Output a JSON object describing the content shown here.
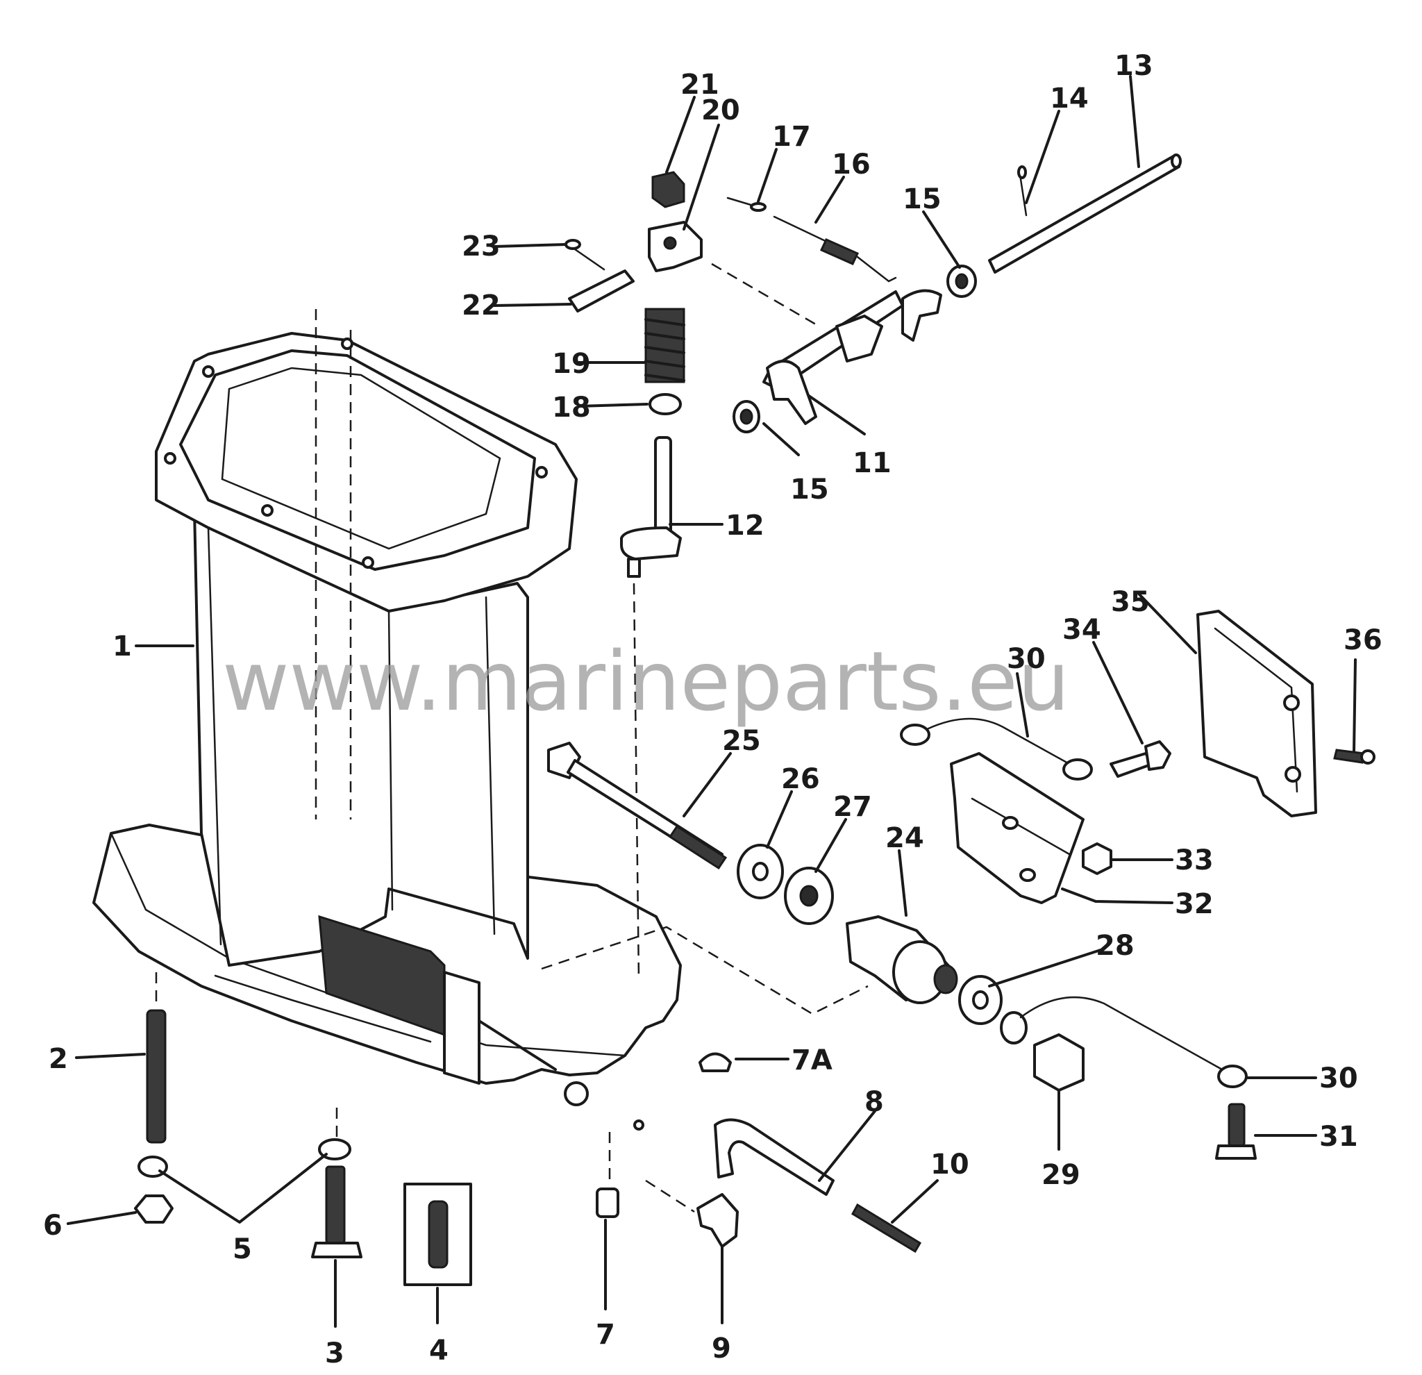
{
  "watermark": "www.marineparts.eu",
  "callouts": [
    {
      "id": "c1",
      "label": "1"
    },
    {
      "id": "c2",
      "label": "2"
    },
    {
      "id": "c3",
      "label": "3"
    },
    {
      "id": "c4",
      "label": "4"
    },
    {
      "id": "c5",
      "label": "5"
    },
    {
      "id": "c6",
      "label": "6"
    },
    {
      "id": "c7",
      "label": "7"
    },
    {
      "id": "c7a",
      "label": "7A"
    },
    {
      "id": "c8",
      "label": "8"
    },
    {
      "id": "c9",
      "label": "9"
    },
    {
      "id": "c10",
      "label": "10"
    },
    {
      "id": "c11",
      "label": "11"
    },
    {
      "id": "c12",
      "label": "12"
    },
    {
      "id": "c13",
      "label": "13"
    },
    {
      "id": "c14",
      "label": "14"
    },
    {
      "id": "c15a",
      "label": "15"
    },
    {
      "id": "c15b",
      "label": "15"
    },
    {
      "id": "c16",
      "label": "16"
    },
    {
      "id": "c17",
      "label": "17"
    },
    {
      "id": "c18",
      "label": "18"
    },
    {
      "id": "c19",
      "label": "19"
    },
    {
      "id": "c20",
      "label": "20"
    },
    {
      "id": "c21",
      "label": "21"
    },
    {
      "id": "c22",
      "label": "22"
    },
    {
      "id": "c23",
      "label": "23"
    },
    {
      "id": "c24",
      "label": "24"
    },
    {
      "id": "c25",
      "label": "25"
    },
    {
      "id": "c26",
      "label": "26"
    },
    {
      "id": "c27",
      "label": "27"
    },
    {
      "id": "c28",
      "label": "28"
    },
    {
      "id": "c29",
      "label": "29"
    },
    {
      "id": "c30a",
      "label": "30"
    },
    {
      "id": "c30b",
      "label": "30"
    },
    {
      "id": "c31",
      "label": "31"
    },
    {
      "id": "c32",
      "label": "32"
    },
    {
      "id": "c33",
      "label": "33"
    },
    {
      "id": "c34",
      "label": "34"
    },
    {
      "id": "c35",
      "label": "35"
    },
    {
      "id": "c36",
      "label": "36"
    }
  ]
}
